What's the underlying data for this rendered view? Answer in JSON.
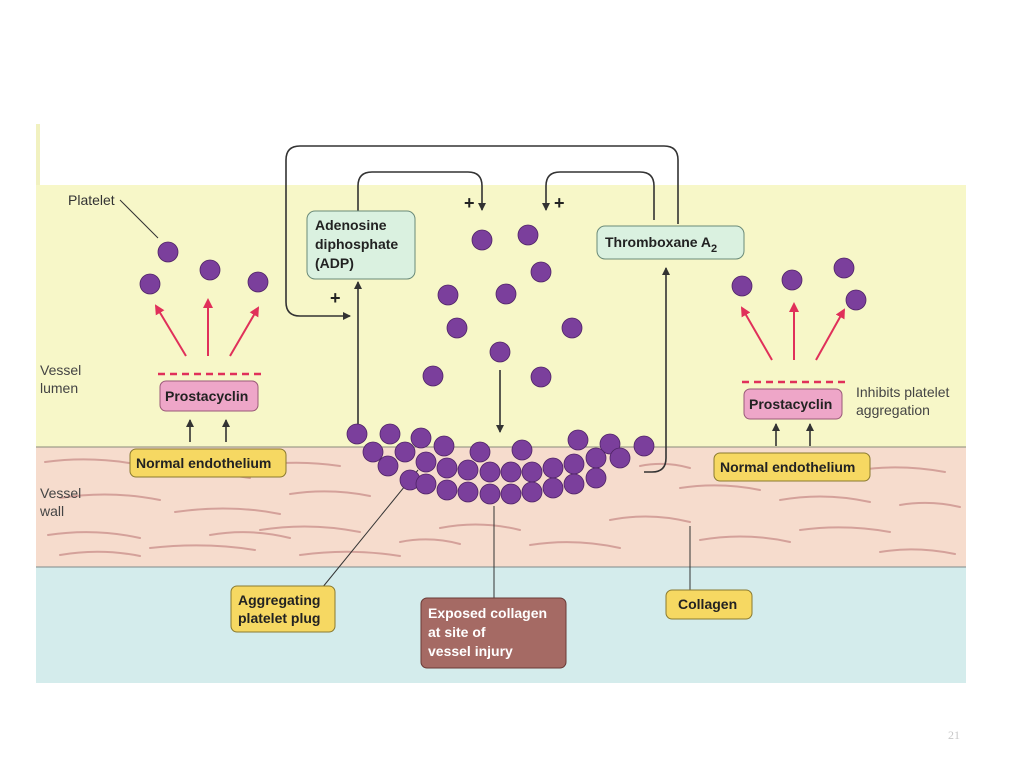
{
  "labels": {
    "platelet": "Platelet",
    "vessel_lumen_1": "Vessel",
    "vessel_lumen_2": "lumen",
    "vessel_wall_1": "Vessel",
    "vessel_wall_2": "wall",
    "inhibits_1": "Inhibits platelet",
    "inhibits_2": "aggregation",
    "plus": "+"
  },
  "boxes": {
    "adp": [
      "Adenosine",
      "diphosphate",
      "(ADP)"
    ],
    "thromboxane": "Thromboxane A",
    "thromboxane_sub": "2",
    "prostacyclin": "Prostacyclin",
    "normal_endothelium": "Normal endothelium",
    "aggregating_plug": [
      "Aggregating",
      "platelet plug"
    ],
    "exposed_collagen": [
      "Exposed collagen",
      "at site of",
      "vessel injury"
    ],
    "collagen": "Collagen"
  },
  "page_number": "21",
  "colors": {
    "lumen": "#f7f7c8",
    "wall": "#f6dccd",
    "collagen_layer": "#d4ecec",
    "platelet": "#7b3f9c",
    "red_arrow": "#e0305a",
    "yellow_box": "#f6d862",
    "pink_box": "#eea6c8",
    "green_box": "#daf1e0",
    "brown_box": "#a56a64"
  }
}
